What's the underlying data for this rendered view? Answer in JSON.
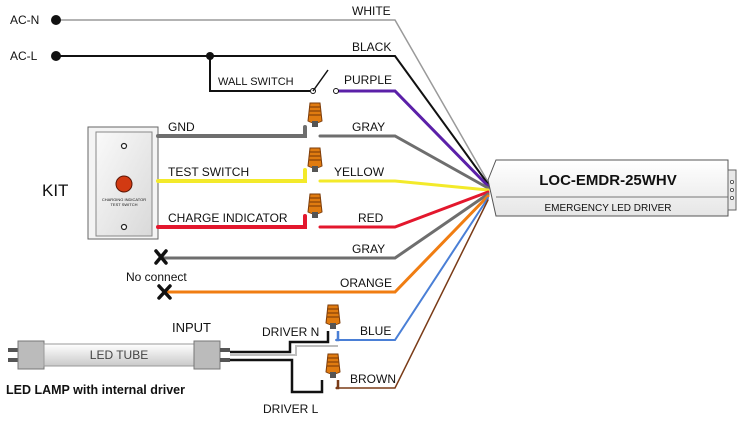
{
  "terminals": {
    "ac_n": "AC-N",
    "ac_l": "AC-L"
  },
  "wires": {
    "white": "WHITE",
    "black": "BLACK",
    "purple": "PURPLE",
    "gray_top": "GRAY",
    "yellow": "YELLOW",
    "red": "RED",
    "gray_bottom": "GRAY",
    "orange": "ORANGE",
    "blue": "BLUE",
    "brown": "BROWN"
  },
  "labels": {
    "wall_switch": "WALL SWITCH",
    "kit": "KIT",
    "gnd": "GND",
    "test_switch": "TEST SWITCH",
    "charge_indicator": "CHARGE INDICATOR",
    "no_connect": "No connect",
    "input": "INPUT",
    "driver_n": "DRIVER N",
    "driver_l": "DRIVER L",
    "led_tube": "LED TUBE",
    "led_lamp": "LED LAMP with internal driver"
  },
  "driver": {
    "model": "LOC-EMDR-25WHV",
    "name": "EMERGENCY LED DRIVER"
  },
  "kit_panel": {
    "line1": "CHARGING INDICATOR",
    "line2": "TEST SWITCH"
  },
  "colors": {
    "white_wire": "#9a9a9a",
    "black_wire": "#111111",
    "purple_wire": "#5b20a8",
    "gray_wire": "#6e6e6e",
    "yellow_wire": "#f3ea2a",
    "red_wire": "#e3172d",
    "orange_wire": "#f07d12",
    "blue_wire": "#4a7fd6",
    "brown_wire": "#7a3b17",
    "wire_nut": "#e07b10",
    "indicator": "#d23a12"
  }
}
